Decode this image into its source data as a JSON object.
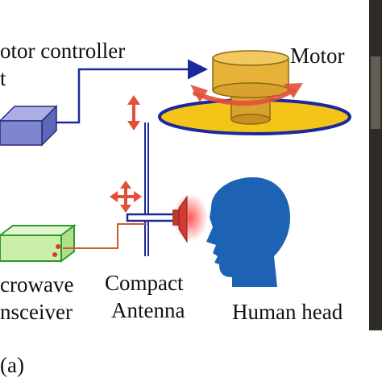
{
  "labels": {
    "motor_controller_line1": "otor controller",
    "motor_controller_line2": "t",
    "motor": "Motor",
    "transceiver_line1": "crowave",
    "transceiver_line2": "nsceiver",
    "antenna_line1": "Compact",
    "antenna_line2": "Antenna",
    "human_head": "Human head",
    "panel": "(a)"
  },
  "colors": {
    "wire_blue": "#1a2a9a",
    "disk_yellow": "#f5c419",
    "motor_gold": "#e7b23a",
    "motor_outline": "#8a6a10",
    "arrow_red": "#e2503a",
    "box_purple": "#7e86cf",
    "transceiver_green": "#c8eea8",
    "transceiver_outline": "#2f9a2a",
    "head_blue": "#1e62b4",
    "cable_orange": "#c8602c",
    "antenna_red": "#d23a34",
    "photo_dark": "#2e2a26"
  }
}
